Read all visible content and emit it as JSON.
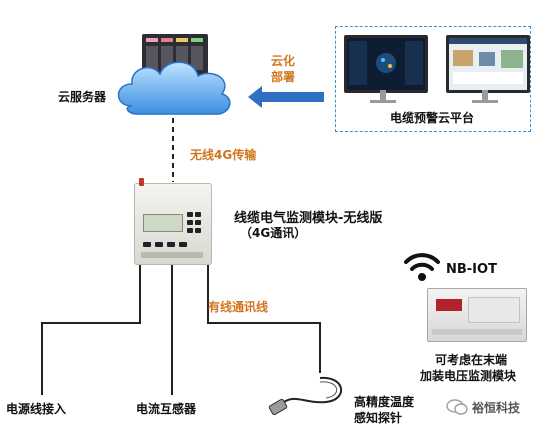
{
  "cloud_server": {
    "label": "云服务器"
  },
  "deploy": {
    "line1": "云化",
    "line2": "部署"
  },
  "platform": {
    "label": "电缆预警云平台"
  },
  "wireless_link": {
    "label": "无线4G传输"
  },
  "module": {
    "title_line1": "线缆电气监测模块-无线版",
    "title_line2": "（4G通讯）"
  },
  "wired_link": {
    "label": "有线通讯线"
  },
  "nbiot": {
    "label": "NB-IOT",
    "note_line1": "可考虑在末端",
    "note_line2": "加装电压监测模块"
  },
  "inputs": {
    "power": "电源线接入",
    "ct": "电流互感器",
    "temp_line1": "高精度温度",
    "temp_line2": "感知探针"
  },
  "watermark": {
    "text": "裕恒科技"
  },
  "colors": {
    "accent_orange": "#d2761d",
    "arrow_blue": "#2f6fc4",
    "dashed_border": "#3c8fd0"
  }
}
